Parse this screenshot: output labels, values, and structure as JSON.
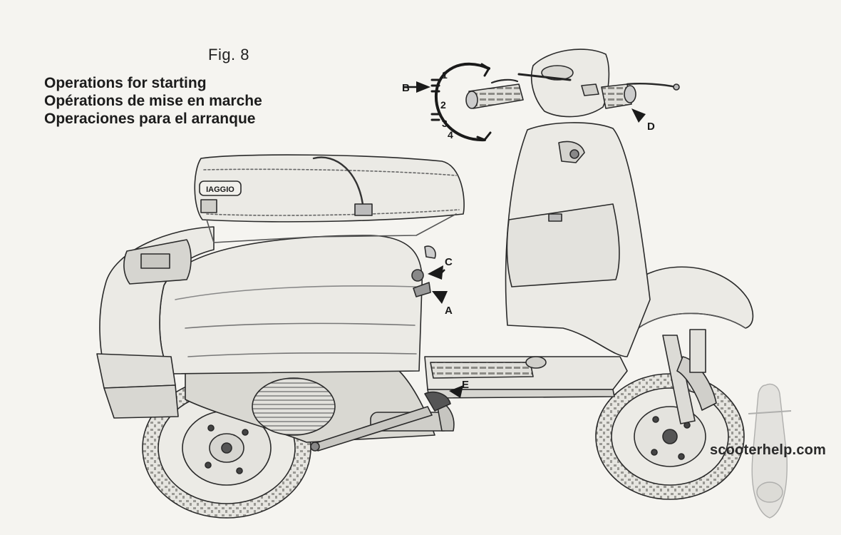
{
  "figure": {
    "label": "Fig. 8"
  },
  "titles": {
    "en": "Operations for starting",
    "fr": "Opérations de mise en marche",
    "es": "Operaciones para el arranque"
  },
  "callouts": {
    "a": "A",
    "b": "B",
    "c": "C",
    "d": "D",
    "e": "E"
  },
  "gear_scale": [
    "1",
    "2",
    "3",
    "4"
  ],
  "badge": {
    "text": "IAGGIO"
  },
  "watermark": {
    "text": "scooterhelp.com"
  },
  "colors": {
    "paper": "#f5f4f0",
    "ink": "#1a1a1a",
    "fill_light": "#ebeae5",
    "fill_mid": "#d9d8d2"
  }
}
